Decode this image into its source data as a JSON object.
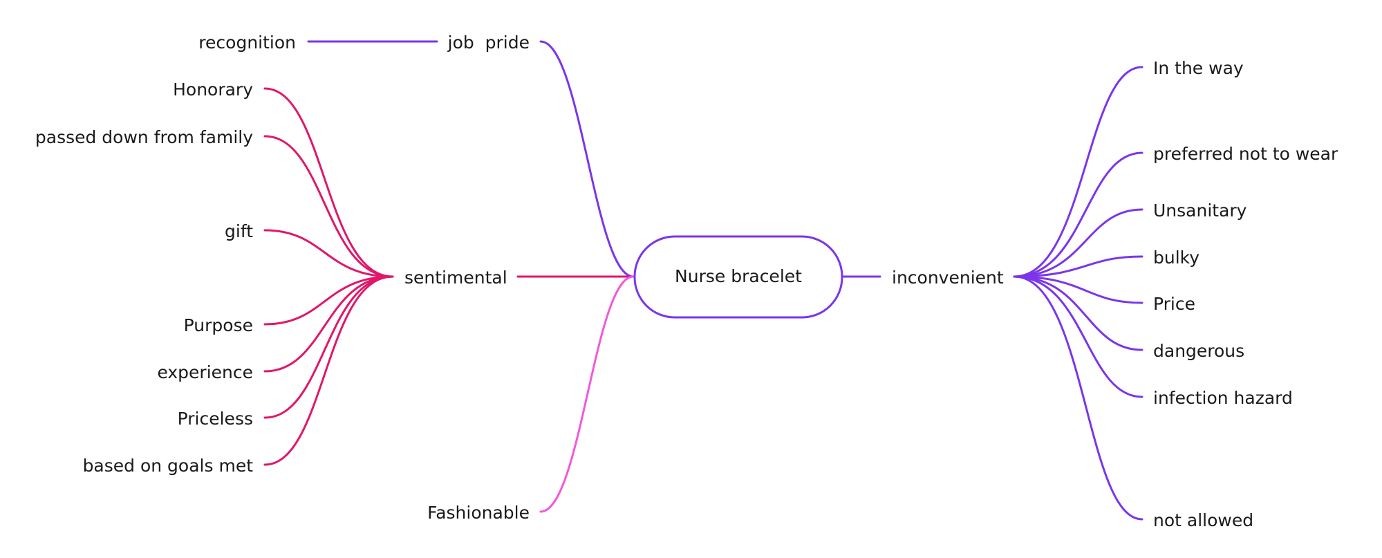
{
  "mindmap": {
    "center": {
      "label": "Nurse bracelet"
    },
    "colors": {
      "violet": "#7b35ea",
      "crimson": "#e0176a",
      "pink": "#f25ad8"
    },
    "left": {
      "job_pride": {
        "label": "job  pride",
        "child": {
          "label": "recognition"
        }
      },
      "sentimental": {
        "label": "sentimental",
        "children": [
          {
            "label": "Honorary"
          },
          {
            "label": "passed down from family"
          },
          {
            "label": "gift"
          },
          {
            "label": "Purpose"
          },
          {
            "label": "experience"
          },
          {
            "label": "Priceless"
          },
          {
            "label": "based on goals met"
          }
        ]
      },
      "fashionable": {
        "label": "Fashionable"
      }
    },
    "right": {
      "inconvenient": {
        "label": "inconvenient",
        "children": [
          {
            "label": "In the way"
          },
          {
            "label": "preferred not to wear"
          },
          {
            "label": "Unsanitary"
          },
          {
            "label": "bulky"
          },
          {
            "label": "Price"
          },
          {
            "label": "dangerous"
          },
          {
            "label": "infection hazard"
          },
          {
            "label": "not allowed"
          }
        ]
      }
    }
  }
}
